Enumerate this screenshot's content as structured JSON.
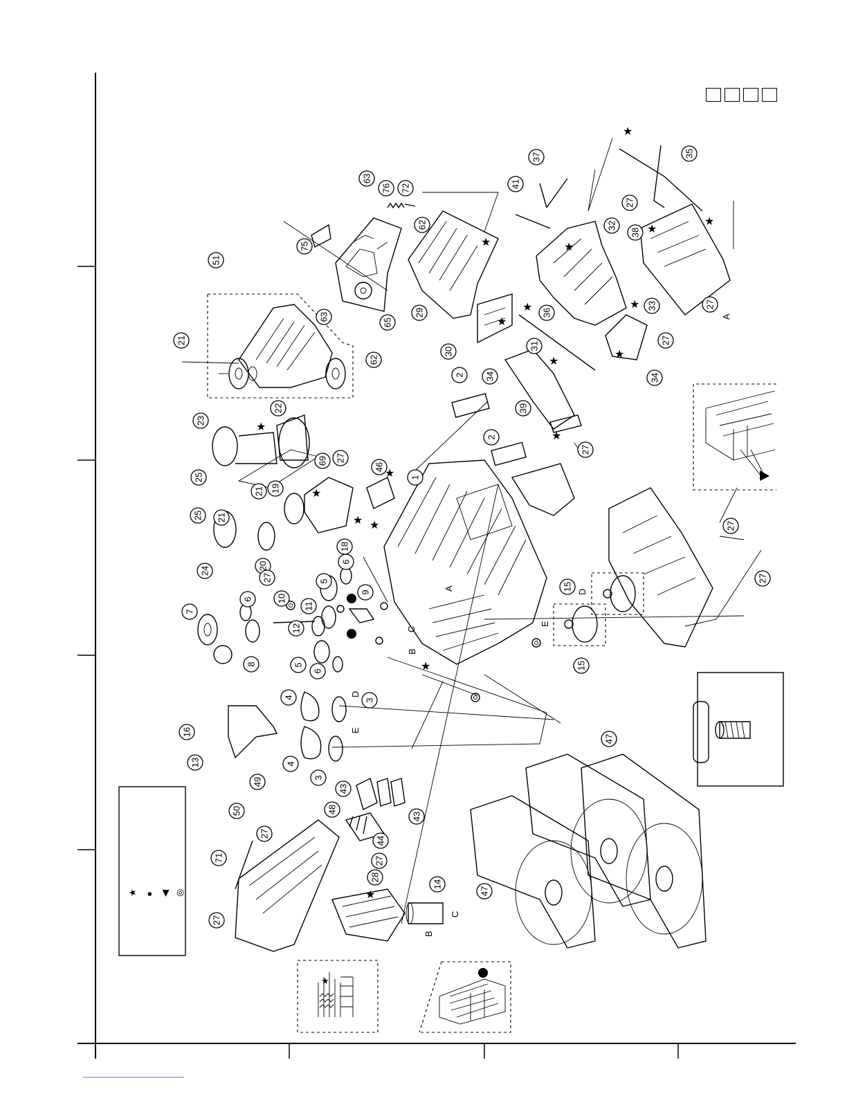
{
  "title_boxes": [
    "",
    "",
    "",
    ""
  ],
  "legend_symbols": [
    "★",
    "●",
    "◀",
    "◎"
  ],
  "edge_letters": [
    "A",
    "B",
    "C",
    "D",
    "E"
  ],
  "part_labels": [
    "1",
    "2",
    "3",
    "4",
    "5",
    "6",
    "7",
    "8",
    "9",
    "10",
    "11",
    "12",
    "13",
    "14",
    "15",
    "16",
    "18",
    "19",
    "20",
    "21",
    "22",
    "23",
    "24",
    "25",
    "27",
    "28",
    "29",
    "30",
    "31",
    "32",
    "33",
    "34",
    "35",
    "36",
    "37",
    "38",
    "39",
    "41",
    "43",
    "44",
    "46",
    "47",
    "48",
    "49",
    "50",
    "51",
    "62",
    "63",
    "65",
    "69",
    "71",
    "72",
    "75",
    "76"
  ]
}
